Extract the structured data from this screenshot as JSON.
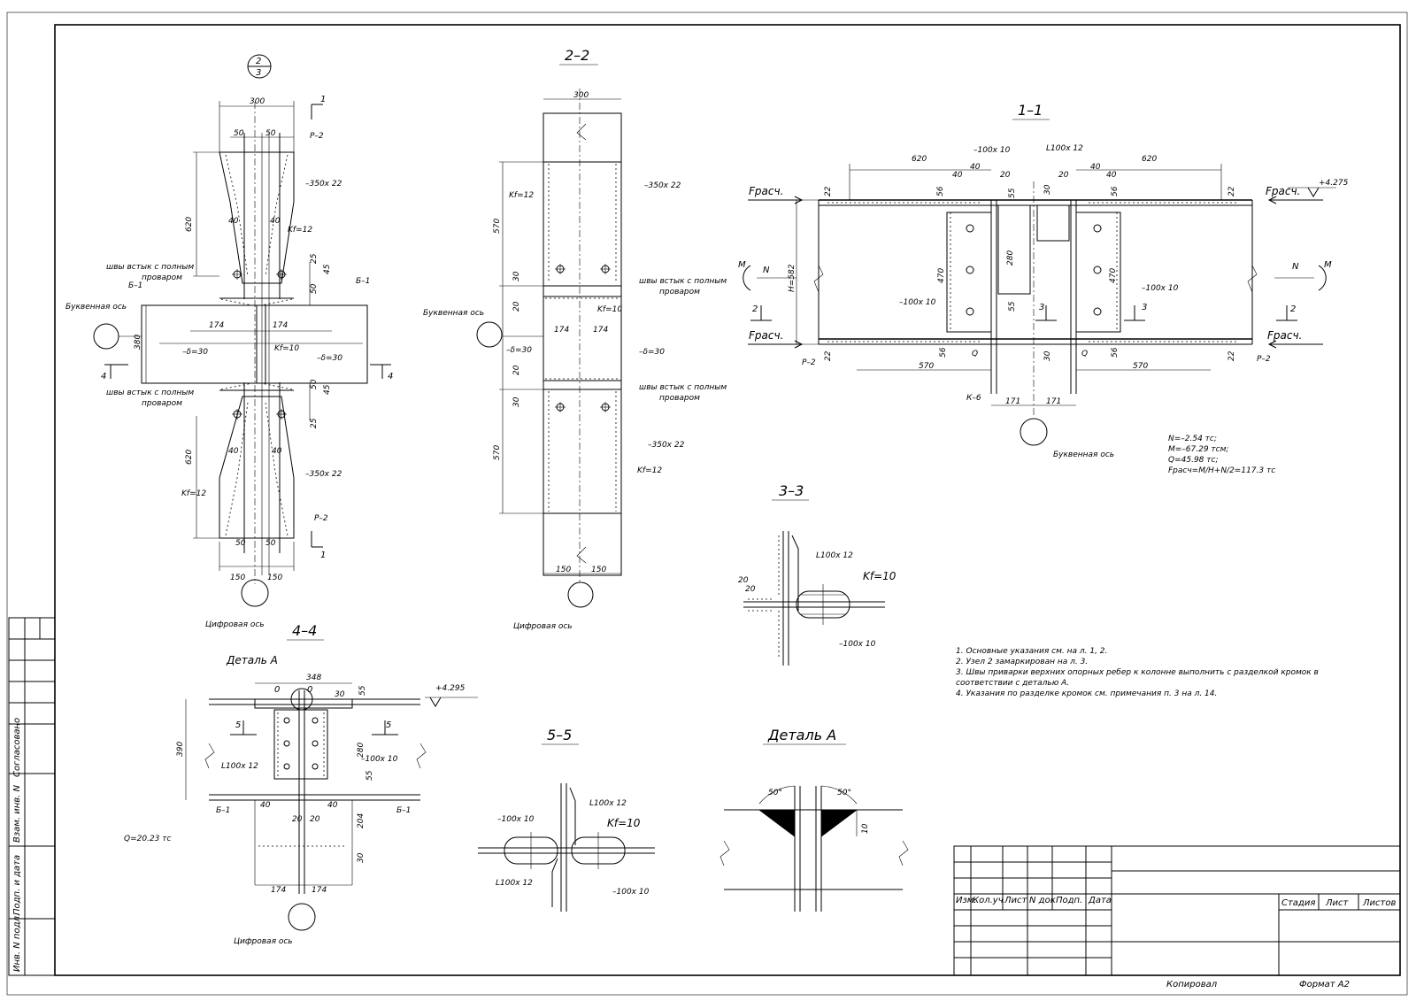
{
  "sections": {
    "s22": "2–2",
    "s11": "1–1",
    "s33": "3–3",
    "s44": "4–4",
    "s55": "5–5",
    "detailA": "Деталь А",
    "node_top": "2",
    "node_bottom": "3"
  },
  "labels": {
    "bukv_axis": "Буквенная ось",
    "tsifr_axis": "Цифровая ось",
    "weld_note_a": "швы встык с полным",
    "weld_note_b": "проваром",
    "p2": "Р–2",
    "b1": "Б–1",
    "k6": "К–6",
    "plate350": "–350х 22",
    "plate100": "–100х 10",
    "angle100": "L100х 12",
    "kf12": "Kf=12",
    "kf10": "Kf=10",
    "delta30": "–δ=30",
    "f_calc": "Fрасч.",
    "m": "М",
    "n": "N",
    "q": "Q",
    "h582": "H=582",
    "elev1": "+4.275",
    "elev2": "+4.295",
    "cut1": "1",
    "cut2": "2",
    "cut3": "3",
    "cut4": "4",
    "cut5": "5",
    "deg50": "50°",
    "q_value": "Q=20.23  тс"
  },
  "dims": {
    "d300": "300",
    "d50": "50",
    "d40": "40",
    "d620": "620",
    "d25": "25",
    "d45": "45",
    "d380": "380",
    "d174": "174",
    "d150": "150",
    "d570": "570",
    "d30": "30",
    "d20": "20",
    "d55": "55",
    "d280": "280",
    "d470": "470",
    "d56": "56",
    "d22": "22",
    "d171": "171",
    "d348": "348",
    "d390": "390",
    "d204": "204",
    "d10": "10",
    "d0": "0"
  },
  "forces": {
    "n": "N=–2.54  тс;",
    "m": "M=–67.29  тсм;",
    "q": "Q=45.98  тс;",
    "f": "Fрасч=M/H+N/2=117.3  тс"
  },
  "notes": [
    "1.  Основные указания см. на л. 1, 2.",
    "2.  Узел 2 замаркирован на л. 3.",
    "3.  Швы приварки верхних опорных ребер к колонне выполнить с разделкой кромок в",
    "соответствии с деталью А.",
    "4.  Указания по разделке кромок см. примечания п. 3 на л. 14."
  ],
  "left_stamp": [
    "Согласовано",
    "Взам. инв. N",
    "Подп. и дата",
    "Инв. N подл."
  ],
  "title_block": {
    "izm": "Изм.",
    "kol": "Кол.уч",
    "list": "Лист",
    "ndok": "N док",
    "podp": "Подп.",
    "data": "Дата",
    "stadiya": "Стадия",
    "list2": "Лист",
    "listov": "Листов"
  },
  "footer": {
    "kopiroval": "Копировал",
    "format": "Формат  А2"
  }
}
